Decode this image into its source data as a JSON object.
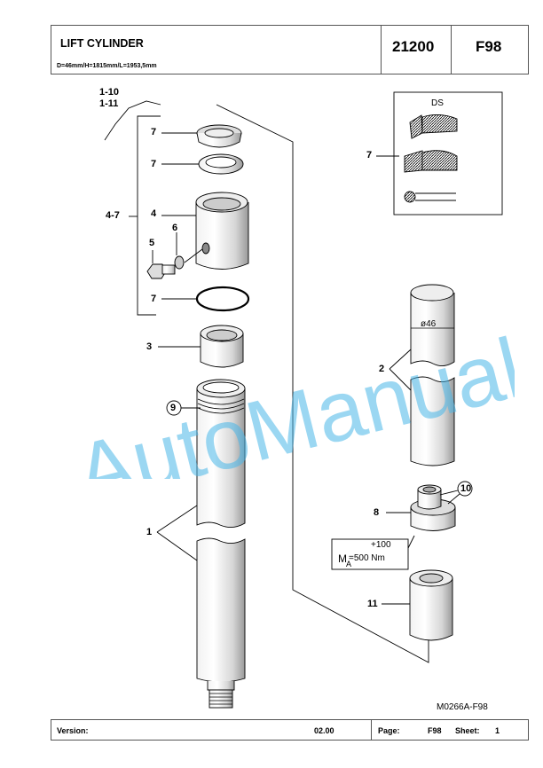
{
  "header": {
    "title": "LIFT CYLINDER",
    "subtitle": "D=46mm/H=1815mm/L=1953,5mm",
    "part_group": "21200",
    "model": "F98"
  },
  "footer": {
    "version_label": "Version:",
    "version_value": "02.00",
    "page_label": "Page:",
    "page_value": "F98",
    "sheet_label": "Sheet:",
    "sheet_value": "1"
  },
  "drawing": {
    "reference": "M0266A-F98",
    "labels": {
      "l_1_10": "1-10",
      "l_1_11": "1-11",
      "l_7a": "7",
      "l_7b": "7",
      "l_4_7": "4-7",
      "l_4": "4",
      "l_5": "5",
      "l_6": "6",
      "l_7c": "7",
      "l_3": "3",
      "l_9": "9",
      "l_1": "1",
      "l_7d": "7",
      "l_ds": "DS",
      "l_dia": "ø46",
      "l_2": "2",
      "l_10": "10",
      "l_8": "8",
      "l_11": "11",
      "torque_top": "+100",
      "torque_m": "M",
      "torque_a": "A",
      "torque_val": "=500   Nm"
    }
  },
  "watermark": {
    "text": "AutoManual",
    "color": "#49b6e8"
  }
}
